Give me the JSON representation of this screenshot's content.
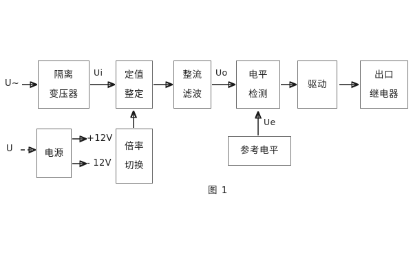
{
  "figure": {
    "caption": "图 1",
    "title_line_top": "U~",
    "title_line_bottom": "U"
  },
  "inputs": [
    {
      "name": "ac-input",
      "label": "U~"
    },
    {
      "name": "dc-input",
      "label": "U"
    }
  ],
  "signals": [
    {
      "name": "ui",
      "label": "Ui"
    },
    {
      "name": "uo",
      "label": "Uo"
    },
    {
      "name": "ue",
      "label": "Ue"
    }
  ],
  "power_rails": [
    {
      "name": "positive-rail",
      "label": "+12V"
    },
    {
      "name": "negative-rail",
      "label": "- 12V"
    }
  ],
  "main_chain": [
    {
      "id": "isolation-transformer",
      "lines": [
        "隔离",
        "变压器"
      ]
    },
    {
      "id": "setpoint-adjust",
      "lines": [
        "定值",
        "整定"
      ]
    },
    {
      "id": "rectify-filter",
      "lines": [
        "整流",
        "滤波"
      ]
    },
    {
      "id": "level-detect",
      "lines": [
        "电平",
        "检测"
      ]
    },
    {
      "id": "drive",
      "lines": [
        "驱动"
      ]
    },
    {
      "id": "output-relay",
      "lines": [
        "出口",
        "继电器"
      ]
    }
  ],
  "auxiliary": [
    {
      "id": "power-supply",
      "lines": [
        "电源"
      ]
    },
    {
      "id": "range-switch",
      "lines": [
        "倍率",
        "切换"
      ]
    },
    {
      "id": "reference-level",
      "lines": [
        "参考电平"
      ]
    }
  ],
  "colors": {
    "box_border": "#6e6e6e",
    "arrow": "#1a1a1a",
    "text": "#1a1a1a",
    "background": "#ffffff"
  }
}
